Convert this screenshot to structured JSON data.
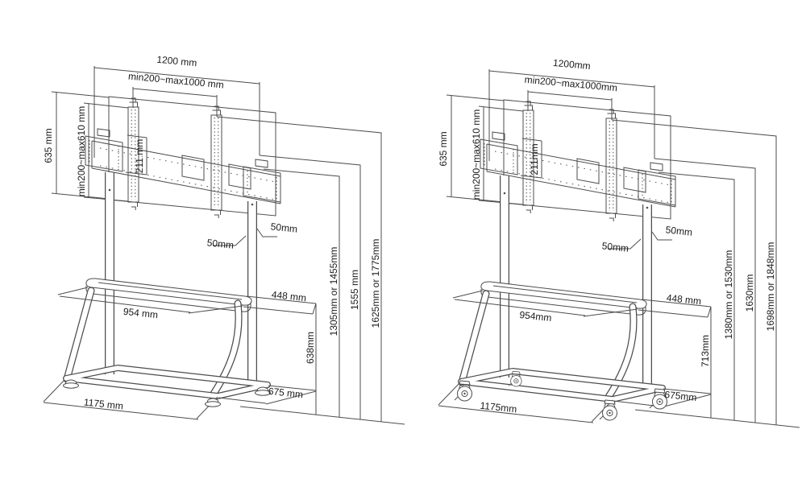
{
  "page": {
    "background": "#ffffff",
    "line_color": "#4d4d4d",
    "text_color": "#1a1a1a"
  },
  "diagrams": {
    "left": {
      "variant": "stand-with-feet",
      "dims": {
        "top_width": "1200 mm",
        "vesa_width": "min200~max1000 mm",
        "panel_height": "635 mm",
        "vesa_height": "min200~max610 mm",
        "bracket_height": "211 mm",
        "offset_left": "50mm",
        "offset_right": "50mm",
        "shelf_width": "954 mm",
        "shelf_depth": "448 mm",
        "shelf_height": "638mm",
        "height_low": "1305mm or 1455mm",
        "height_mid": "1555 mm",
        "height_high": "1625mm or 1775mm",
        "base_depth": "675 mm",
        "base_width": "1175 mm"
      }
    },
    "right": {
      "variant": "cart-with-casters",
      "dims": {
        "top_width": "1200mm",
        "vesa_width": "min200~max1000mm",
        "panel_height": "635 mm",
        "vesa_height": "min200~max610 mm",
        "bracket_height": "211mm",
        "offset_left": "50mm",
        "offset_right": "50mm",
        "shelf_width": "954mm",
        "shelf_depth": "448 mm",
        "shelf_height": "713mm",
        "height_low": "1380mm or 1530mm",
        "height_mid": "1630mm",
        "height_high": "1698mm or 1848mm",
        "base_depth": "675mm",
        "base_width": "1175mm"
      }
    }
  }
}
